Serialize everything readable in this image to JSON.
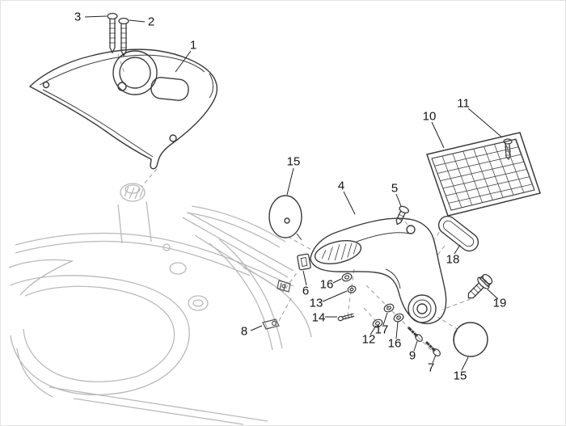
{
  "page": {
    "type": "exploded-parts-diagram",
    "background": "#ffffff",
    "part_line_color": "#3a3a3a",
    "frame_line_color": "#b9b9b9",
    "dashed_line_color": "#9a9a9a",
    "callout_text_color": "#151515"
  },
  "callouts": [
    {
      "label": "3"
    },
    {
      "label": "2"
    },
    {
      "label": "1"
    },
    {
      "label": "11"
    },
    {
      "label": "10"
    },
    {
      "label": "15"
    },
    {
      "label": "4"
    },
    {
      "label": "5"
    },
    {
      "label": "18"
    },
    {
      "label": "6"
    },
    {
      "label": "16"
    },
    {
      "label": "13"
    },
    {
      "label": "14"
    },
    {
      "label": "12"
    },
    {
      "label": "17"
    },
    {
      "label": "16"
    },
    {
      "label": "9"
    },
    {
      "label": "7"
    },
    {
      "label": "8"
    },
    {
      "label": "19"
    },
    {
      "label": "15"
    }
  ]
}
